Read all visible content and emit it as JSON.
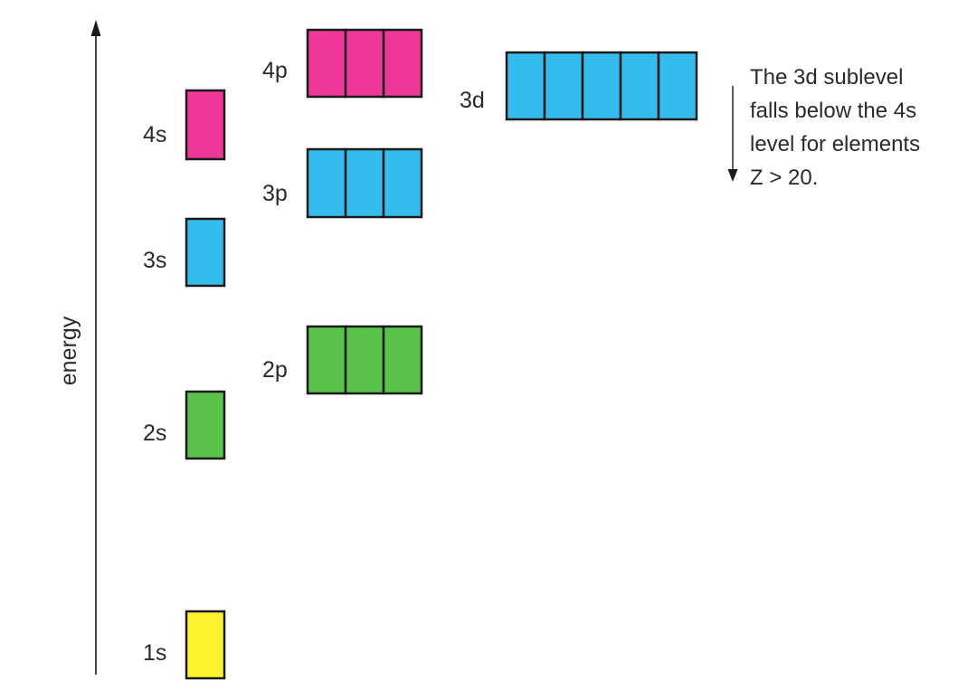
{
  "axis": {
    "label": "energy"
  },
  "colors": {
    "s1": "#fdf22e",
    "n2": "#5ac24b",
    "n3": "#34bcee",
    "n4": "#ee3799",
    "outline": "#1a1a1a"
  },
  "sublevels": [
    {
      "id": "1s",
      "label": "1s",
      "orbitals": 1,
      "color_key": "s1"
    },
    {
      "id": "2s",
      "label": "2s",
      "orbitals": 1,
      "color_key": "n2"
    },
    {
      "id": "3s",
      "label": "3s",
      "orbitals": 1,
      "color_key": "n3"
    },
    {
      "id": "4s",
      "label": "4s",
      "orbitals": 1,
      "color_key": "n4"
    },
    {
      "id": "2p",
      "label": "2p",
      "orbitals": 3,
      "color_key": "n2"
    },
    {
      "id": "3p",
      "label": "3p",
      "orbitals": 3,
      "color_key": "n3"
    },
    {
      "id": "4p",
      "label": "4p",
      "orbitals": 3,
      "color_key": "n4"
    },
    {
      "id": "3d",
      "label": "3d",
      "orbitals": 5,
      "color_key": "n3"
    }
  ],
  "note": {
    "lines": [
      "The 3d sublevel",
      "falls below the 4s",
      "level for elements",
      "Z > 20."
    ]
  }
}
